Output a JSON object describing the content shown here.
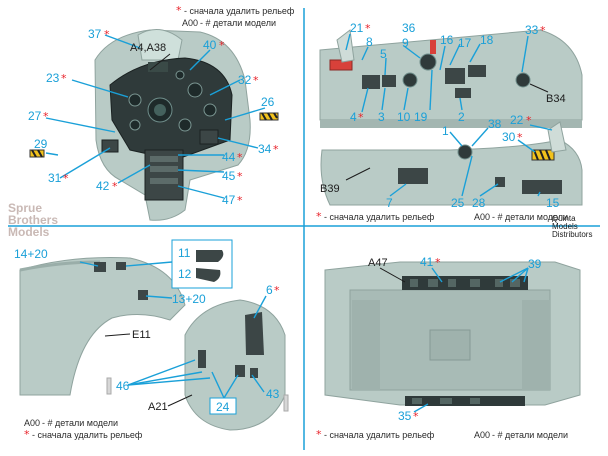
{
  "legend": {
    "star_text": "- сначала удалить рельеф",
    "model_text": "- # детали модели",
    "model_code": "A00"
  },
  "watermark": {
    "left": [
      "Sprue",
      "Brothers",
      "Models"
    ],
    "right": [
      "Quinta",
      "Models",
      "Distributors"
    ]
  },
  "panel_tl": {
    "labels": [
      "37",
      "A4,A38",
      "40",
      "23",
      "32",
      "26",
      "27",
      "29",
      "34",
      "44",
      "42",
      "45",
      "31",
      "47"
    ]
  },
  "panel_tr": {
    "labels": [
      "21",
      "8",
      "36",
      "9",
      "17",
      "18",
      "33",
      "5",
      "16",
      "B34",
      "4",
      "3",
      "10",
      "19",
      "2",
      "22",
      "1",
      "38",
      "30",
      "B39",
      "7",
      "25",
      "28",
      "15"
    ]
  },
  "panel_bl": {
    "labels": [
      "14+20",
      "11",
      "12",
      "13+20",
      "6",
      "E11",
      "46",
      "43",
      "A21",
      "24"
    ]
  },
  "panel_br": {
    "labels": [
      "A47",
      "41",
      "39",
      "35"
    ]
  },
  "colors": {
    "label": "#1aa0d8",
    "star": "#e8222a",
    "part_gray": "#b9cbc6",
    "divider": "#1aa0d8"
  }
}
